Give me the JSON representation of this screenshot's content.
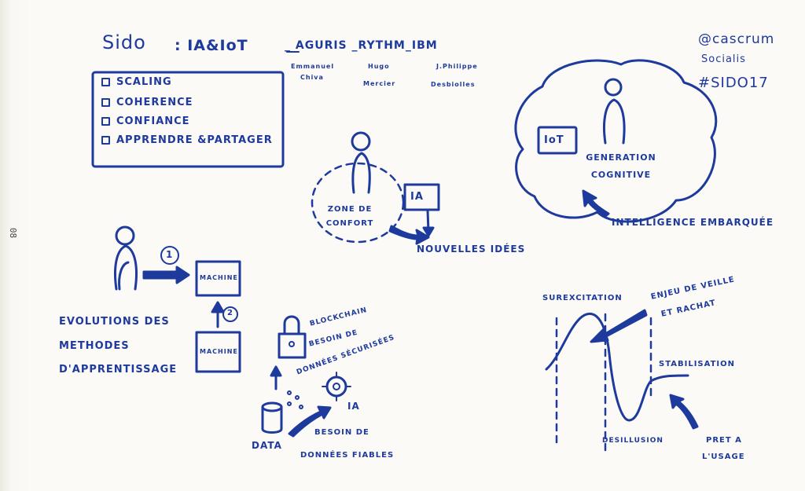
{
  "header": {
    "title_prefix": "Sido",
    "title_topic": ": IA&IoT",
    "partners": "_ AGURIS _RYTHM_IBM",
    "speakers": [
      {
        "first": "Emmanuel",
        "last": "Chiva"
      },
      {
        "first": "Hugo",
        "last": "Mercier"
      },
      {
        "first": "J.Philippe",
        "last": "Desbiolles"
      }
    ]
  },
  "social": {
    "handle": "@cascrum",
    "name": "Socialis",
    "hashtag": "#SIDO17"
  },
  "checklist": {
    "items": [
      "SCALING",
      "COHERENCE",
      "CONFIANCE",
      "APPRENDRE &PARTAGER"
    ]
  },
  "comfort": {
    "zone_label": "ZONE DE CONFORT",
    "ia_label": "IA",
    "ideas_label": "NOUVELLES IDÉES"
  },
  "cognitive": {
    "iot_label": "IoT",
    "generation_label": "GENERATION COGNITIVE",
    "embedded_label": "INTELLIGENCE EMBARQUÉE"
  },
  "learning": {
    "machine_label": "MACHINE",
    "step1": "1",
    "step2": "2",
    "caption": [
      "EVOLUTIONS DES",
      "METHODES",
      "D'APPRENTISSAGE"
    ]
  },
  "data": {
    "blockchain_label": "BLOCKCHAIN",
    "need_secure": [
      "BESOIN DE",
      "DONNÉES SÉCURISÉES"
    ],
    "data_label": "DATA",
    "ia_label": "IA",
    "need_reliable": [
      "BESOIN DE",
      "DONNÉES FIABLES"
    ]
  },
  "hype": {
    "peak_label": "SUREXCITATION",
    "stake_label": [
      "ENJEU DE VEILLE",
      "ET RACHAT"
    ],
    "stabilization_label": "STABILISATION",
    "disillusion_label": "DESILLUSION",
    "ready_label": [
      "PRET A",
      "L'USAGE"
    ]
  },
  "page_number": "08"
}
